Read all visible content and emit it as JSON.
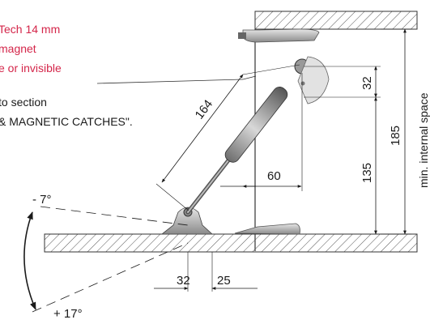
{
  "callout": {
    "line1": "Tech 14 mm",
    "line2": "magnet",
    "line3": "e or invisible"
  },
  "note": {
    "line1": "to section",
    "line2": "& MAGNETIC CATCHES\"."
  },
  "dimensions": {
    "length": "164",
    "d32_top": "32",
    "d185": "185",
    "d135": "135",
    "d60": "60",
    "d32_bottom": "32",
    "d25": "25",
    "internal_space": "min. internal space"
  },
  "angles": {
    "up": "- 7°",
    "down": "+ 17°"
  },
  "colors": {
    "accent": "#d4264a",
    "text": "#1a1a1a"
  }
}
